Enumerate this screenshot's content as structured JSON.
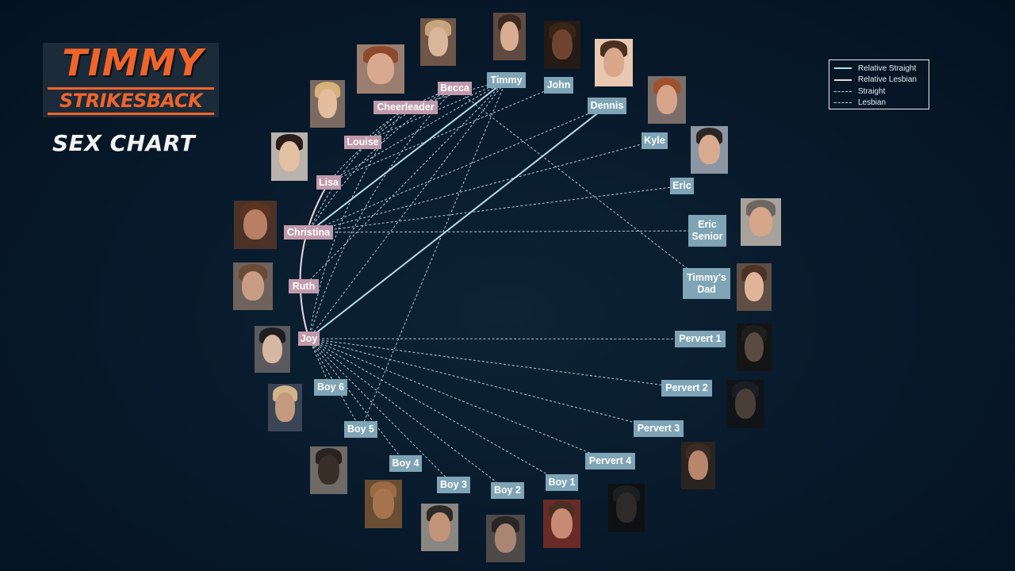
{
  "logo": {
    "line1": "TIMMY",
    "line2": "STRIKESBACK"
  },
  "subtitle": "SEX CHART",
  "legend": {
    "items": [
      {
        "label": "Relative Straight",
        "color": "#b8dce8",
        "style": "solid"
      },
      {
        "label": "Relative Lesbian",
        "color": "#f0d4e2",
        "style": "solid"
      },
      {
        "label": "Straight",
        "color": "#c4dae4",
        "style": "dashed"
      },
      {
        "label": "Lesbian",
        "color": "#c4dae4",
        "style": "dashed"
      }
    ]
  },
  "colors": {
    "female_label": "#c09aab",
    "male_label": "#7ea4b6",
    "accent": "#f0642a"
  },
  "characters": [
    {
      "id": "becca",
      "label": "Becca",
      "gender": "female",
      "avatar": "female-blonde-portrait"
    },
    {
      "id": "cheerleader",
      "label": "Cheerleader",
      "gender": "female",
      "avatar": "female-redhead-portrait"
    },
    {
      "id": "louise",
      "label": "Louise",
      "gender": "female",
      "avatar": "female-blonde-portrait"
    },
    {
      "id": "lisa",
      "label": "Lisa",
      "gender": "female",
      "avatar": "female-dark-hair-portrait"
    },
    {
      "id": "christina",
      "label": "Christina",
      "gender": "female",
      "avatar": "female-brunette-portrait"
    },
    {
      "id": "ruth",
      "label": "Ruth",
      "gender": "female",
      "avatar": "female-brunette-portrait"
    },
    {
      "id": "joy",
      "label": "Joy",
      "gender": "female",
      "avatar": "female-dark-hair-portrait"
    },
    {
      "id": "timmy",
      "label": "Timmy",
      "gender": "male",
      "avatar": "male-portrait"
    },
    {
      "id": "john",
      "label": "John",
      "gender": "male",
      "avatar": "male-dark-skin-portrait"
    },
    {
      "id": "dennis",
      "label": "Dennis",
      "gender": "male",
      "avatar": "male-portrait"
    },
    {
      "id": "kyle",
      "label": "Kyle",
      "gender": "male",
      "avatar": "male-redhead-portrait"
    },
    {
      "id": "eric",
      "label": "Eric",
      "gender": "male",
      "avatar": "male-cap-portrait"
    },
    {
      "id": "eric_senior",
      "label": "Eric Senior",
      "gender": "male",
      "avatar": "male-older-portrait"
    },
    {
      "id": "timmys_dad",
      "label": "Timmy's Dad",
      "gender": "male",
      "avatar": "male-older-portrait"
    },
    {
      "id": "pervert1",
      "label": "Pervert 1",
      "gender": "male",
      "avatar": "male-shadow-portrait"
    },
    {
      "id": "pervert2",
      "label": "Pervert 2",
      "gender": "male",
      "avatar": "male-hooded-portrait"
    },
    {
      "id": "pervert3",
      "label": "Pervert 3",
      "gender": "male",
      "avatar": "male-portrait"
    },
    {
      "id": "pervert4",
      "label": "Pervert 4",
      "gender": "male",
      "avatar": "male-hooded-portrait"
    },
    {
      "id": "boy1",
      "label": "Boy 1",
      "gender": "male",
      "avatar": "male-portrait"
    },
    {
      "id": "boy2",
      "label": "Boy 2",
      "gender": "male",
      "avatar": "male-portrait"
    },
    {
      "id": "boy3",
      "label": "Boy 3",
      "gender": "male",
      "avatar": "male-portrait"
    },
    {
      "id": "boy4",
      "label": "Boy 4",
      "gender": "male",
      "avatar": "male-bald-portrait"
    },
    {
      "id": "boy5",
      "label": "Boy 5",
      "gender": "male",
      "avatar": "male-portrait"
    },
    {
      "id": "boy6",
      "label": "Boy 6",
      "gender": "male",
      "avatar": "male-blonde-portrait"
    }
  ],
  "relationships": [
    {
      "from": "christina",
      "to": "timmy",
      "type": "Relative Straight"
    },
    {
      "from": "joy",
      "to": "dennis",
      "type": "Relative Straight"
    },
    {
      "from": "joy",
      "to": "lisa",
      "type": "Relative Lesbian"
    },
    {
      "from": "becca",
      "to": "timmys_dad",
      "type": "Straight"
    },
    {
      "from": "cheerleader",
      "to": "timmy",
      "type": "Straight"
    },
    {
      "from": "louise",
      "to": "timmy",
      "type": "Straight"
    },
    {
      "from": "louise",
      "to": "becca",
      "type": "Lesbian"
    },
    {
      "from": "lisa",
      "to": "timmy",
      "type": "Straight"
    },
    {
      "from": "lisa",
      "to": "john",
      "type": "Straight"
    },
    {
      "from": "lisa",
      "to": "becca",
      "type": "Lesbian"
    },
    {
      "from": "christina",
      "to": "dennis",
      "type": "Straight"
    },
    {
      "from": "christina",
      "to": "kyle",
      "type": "Straight"
    },
    {
      "from": "christina",
      "to": "eric",
      "type": "Straight"
    },
    {
      "from": "christina",
      "to": "eric_senior",
      "type": "Straight"
    },
    {
      "from": "christina",
      "to": "becca",
      "type": "Lesbian"
    },
    {
      "from": "christina",
      "to": "cheerleader",
      "type": "Lesbian"
    },
    {
      "from": "ruth",
      "to": "timmy",
      "type": "Straight"
    },
    {
      "from": "joy",
      "to": "timmy",
      "type": "Straight"
    },
    {
      "from": "joy",
      "to": "becca",
      "type": "Lesbian"
    },
    {
      "from": "joy",
      "to": "cheerleader",
      "type": "Lesbian"
    },
    {
      "from": "joy",
      "to": "pervert1",
      "type": "Straight"
    },
    {
      "from": "joy",
      "to": "pervert2",
      "type": "Straight"
    },
    {
      "from": "joy",
      "to": "pervert3",
      "type": "Straight"
    },
    {
      "from": "joy",
      "to": "pervert4",
      "type": "Straight"
    },
    {
      "from": "joy",
      "to": "boy1",
      "type": "Straight"
    },
    {
      "from": "joy",
      "to": "boy2",
      "type": "Straight"
    },
    {
      "from": "joy",
      "to": "boy3",
      "type": "Straight"
    },
    {
      "from": "joy",
      "to": "boy4",
      "type": "Straight"
    },
    {
      "from": "joy",
      "to": "boy5",
      "type": "Straight"
    },
    {
      "from": "joy",
      "to": "boy6",
      "type": "Straight"
    },
    {
      "from": "boy5",
      "to": "timmy",
      "type": "Straight"
    }
  ]
}
